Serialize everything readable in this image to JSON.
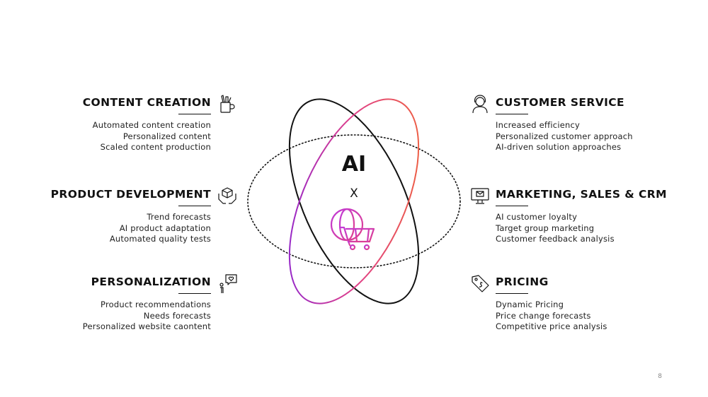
{
  "center": {
    "title": "AI",
    "connector": "X",
    "icon": "globe-shopping-cart-icon"
  },
  "sections": {
    "content_creation": {
      "title": "CONTENT CREATION",
      "icon": "pencil-cup-icon",
      "items": [
        "Automated content creation",
        "Personalized content",
        "Scaled content production"
      ]
    },
    "product_development": {
      "title": "PRODUCT DEVELOPMENT",
      "icon": "hands-box-icon",
      "items": [
        "Trend forecasts",
        "AI product adaptation",
        "Automated quality tests"
      ]
    },
    "personalization": {
      "title": "PERSONALIZATION",
      "icon": "person-heart-bubble-icon",
      "items": [
        "Product recommendations",
        "Needs forecasts",
        "Personalized website caontent"
      ]
    },
    "customer_service": {
      "title": "CUSTOMER SERVICE",
      "icon": "support-agent-icon",
      "items": [
        "Increased efficiency",
        "Personalized customer approach",
        "AI-driven solution approaches"
      ]
    },
    "marketing": {
      "title": "MARKETING, SALES & CRM",
      "icon": "monitor-mail-icon",
      "items": [
        "AI customer loyalty",
        "Target group marketing",
        "Customer feedback analysis"
      ]
    },
    "pricing": {
      "title": "PRICING",
      "icon": "price-tag-icon",
      "items": [
        "Dynamic Pricing",
        "Price change forecasts",
        "Competitive price analysis"
      ]
    }
  },
  "page_number": "8",
  "colors": {
    "text": "#111111",
    "orbit_gradient_start": "#f26a2b",
    "orbit_gradient_mid": "#e0408a",
    "orbit_gradient_end": "#7a1fe0",
    "icon_gradient_start": "#c03ad8",
    "icon_gradient_end": "#e0408a"
  }
}
